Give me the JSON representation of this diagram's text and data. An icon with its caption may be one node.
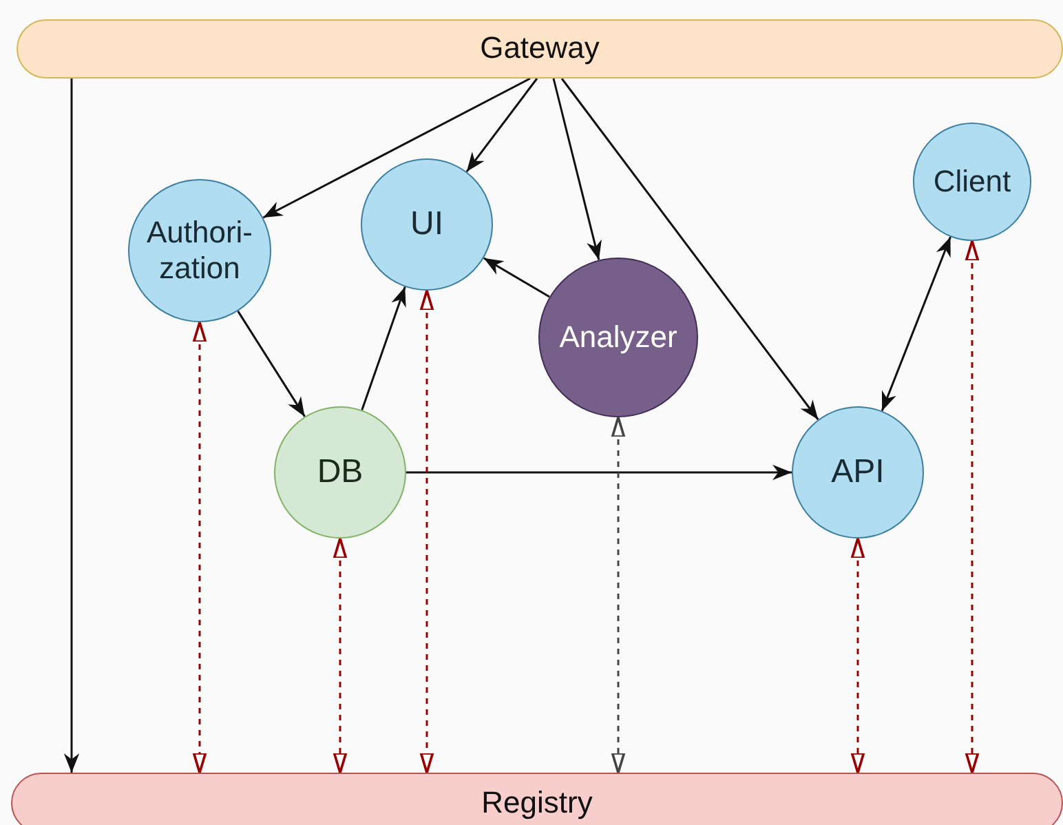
{
  "diagram": {
    "nodes": [
      {
        "text": [
          "Gateway"
        ]
      },
      {
        "text": [
          "Authori- zation"
        ]
      },
      {
        "text": [
          "UI"
        ]
      },
      {
        "text": [
          "Client"
        ]
      },
      {
        "text": [
          "Analyzer"
        ]
      },
      {
        "text": [
          "DB"
        ]
      },
      {
        "text": [
          "API"
        ]
      },
      {
        "text": [
          "Registry"
        ]
      }
    ],
    "edges": [
      {
        "from": 0,
        "to": 1,
        "arrow": "to"
      },
      {
        "from": 0,
        "to": 2,
        "arrow": "to"
      },
      {
        "from": 0,
        "to": 4,
        "arrow": "to"
      },
      {
        "from": 0,
        "to": 6,
        "arrow": "to"
      },
      {
        "from": 0,
        "to": 7,
        "arrow": "to"
      },
      {
        "from": 1,
        "to": 5,
        "arrow": "to"
      },
      {
        "from": 5,
        "to": 2,
        "arrow": "to"
      },
      {
        "from": 4,
        "to": 2,
        "arrow": "to"
      },
      {
        "from": 5,
        "to": 6,
        "arrow": "to"
      },
      {
        "from": 6,
        "to": 3,
        "arrow": "both"
      },
      {
        "from": 1,
        "to": 7,
        "arrow": "both",
        "style": "dashed",
        "color": "#990000"
      },
      {
        "from": 5,
        "to": 7,
        "arrow": "both",
        "style": "dashed",
        "color": "#990000"
      },
      {
        "from": 2,
        "to": 7,
        "arrow": "both",
        "style": "dashed",
        "color": "#990000"
      },
      {
        "from": 4,
        "to": 7,
        "arrow": "both",
        "style": "dashed",
        "color": "#444444"
      },
      {
        "from": 6,
        "to": 7,
        "arrow": "both",
        "style": "dashed",
        "color": "#990000"
      },
      {
        "from": 3,
        "to": 7,
        "arrow": "both",
        "style": "dashed",
        "color": "#990000"
      }
    ]
  }
}
